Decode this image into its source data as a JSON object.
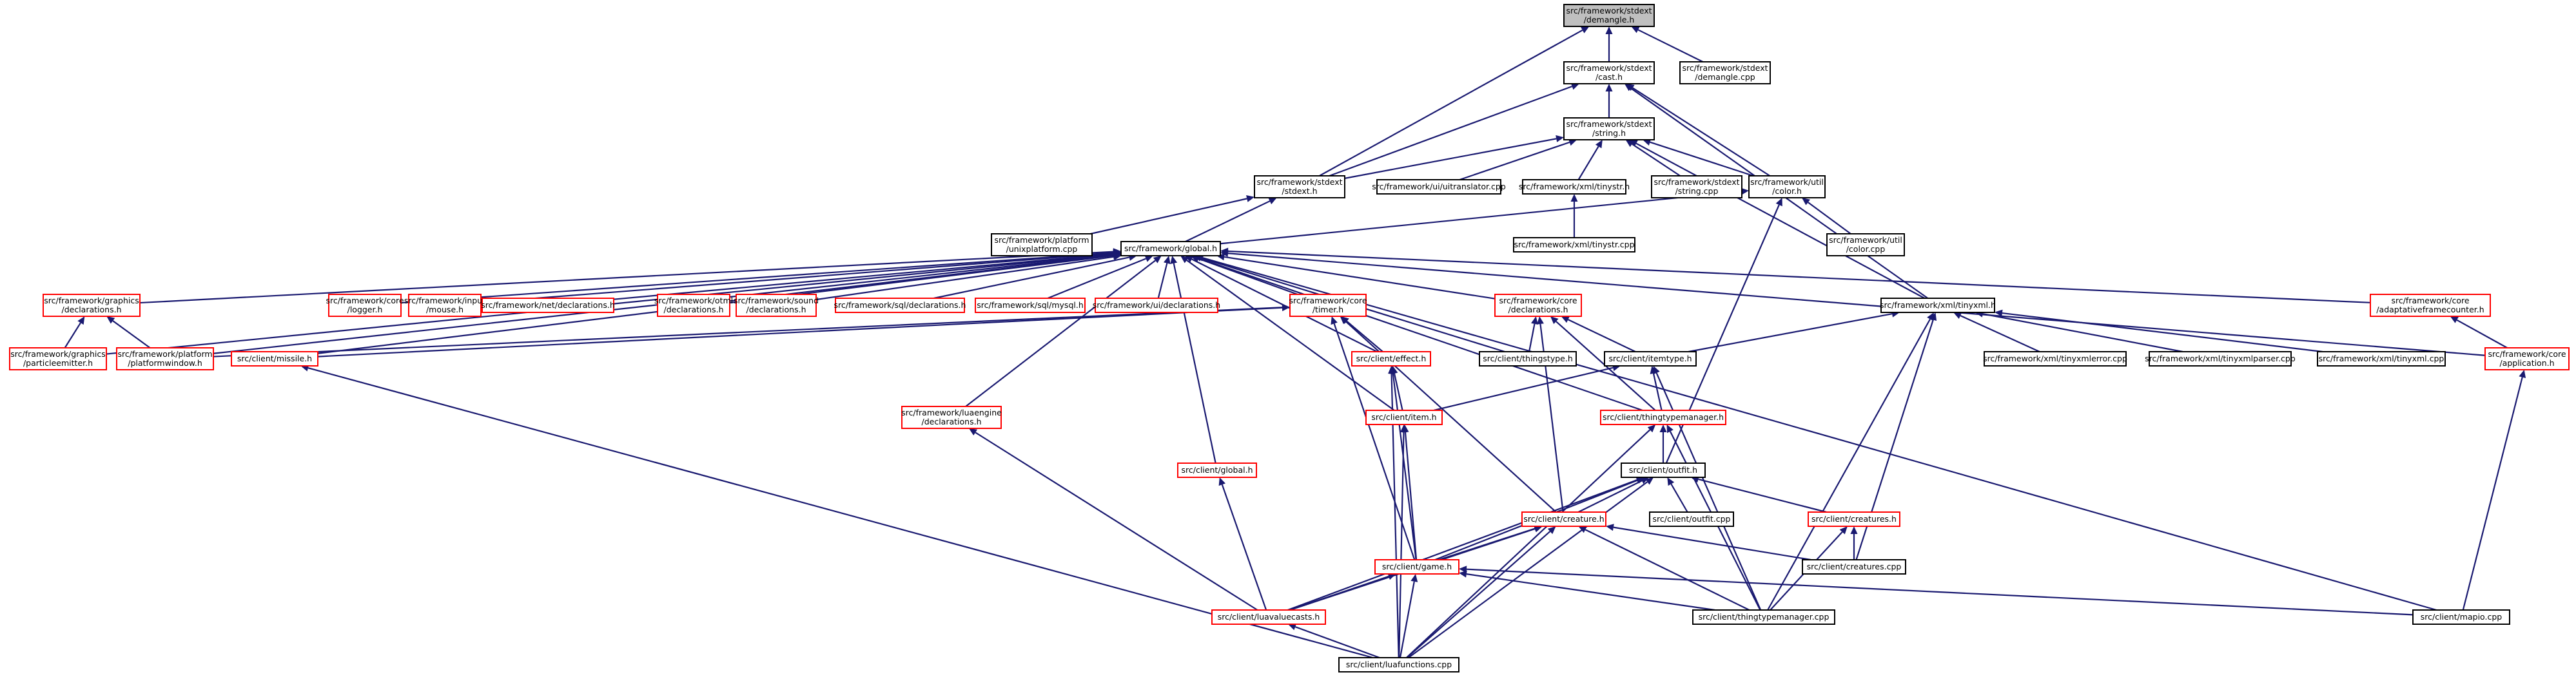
{
  "colors": {
    "root_fill": "#bfbfbf",
    "black": "#000000",
    "red": "#ff0000",
    "edge_color": "#191970"
  },
  "nodes": [
    {
      "id": "demangle_h",
      "lines": [
        "src/framework/stdext",
        "/demangle.h"
      ],
      "color": "gray"
    },
    {
      "id": "cast_h",
      "lines": [
        "src/framework/stdext",
        "/cast.h"
      ],
      "color": "black"
    },
    {
      "id": "demangle_cpp",
      "lines": [
        "src/framework/stdext",
        "/demangle.cpp"
      ],
      "color": "black"
    },
    {
      "id": "string_h",
      "lines": [
        "src/framework/stdext",
        "/string.h"
      ],
      "color": "black"
    },
    {
      "id": "stdext_h",
      "lines": [
        "src/framework/stdext",
        "/stdext.h"
      ],
      "color": "black"
    },
    {
      "id": "uitranslator",
      "lines": [
        "src/framework/ui/uitranslator.cpp"
      ],
      "color": "black"
    },
    {
      "id": "tinystr_h",
      "lines": [
        "src/framework/xml/tinystr.h"
      ],
      "color": "black"
    },
    {
      "id": "string_cpp",
      "lines": [
        "src/framework/stdext",
        "/string.cpp"
      ],
      "color": "black"
    },
    {
      "id": "color_h",
      "lines": [
        "src/framework/util",
        "/color.h"
      ],
      "color": "black"
    },
    {
      "id": "tinystr_cpp",
      "lines": [
        "src/framework/xml/tinystr.cpp"
      ],
      "color": "black"
    },
    {
      "id": "unixplatform",
      "lines": [
        "src/framework/platform",
        "/unixplatform.cpp"
      ],
      "color": "black"
    },
    {
      "id": "global_h",
      "lines": [
        "src/framework/global.h"
      ],
      "color": "black"
    },
    {
      "id": "color_cpp",
      "lines": [
        "src/framework/util",
        "/color.cpp"
      ],
      "color": "black"
    },
    {
      "id": "gfx_decl",
      "lines": [
        "src/framework/graphics",
        "/declarations.h"
      ],
      "color": "red"
    },
    {
      "id": "logger",
      "lines": [
        "src/framework/core",
        "/logger.h"
      ],
      "color": "red"
    },
    {
      "id": "mouse",
      "lines": [
        "src/framework/input",
        "/mouse.h"
      ],
      "color": "red"
    },
    {
      "id": "net_decl",
      "lines": [
        "src/framework/net/declarations.h"
      ],
      "color": "red"
    },
    {
      "id": "stdml_decl",
      "lines": [
        "src/framework/otml",
        "/declarations.h"
      ],
      "color": "red"
    },
    {
      "id": "sound_decl",
      "lines": [
        "src/framework/sound",
        "/declarations.h"
      ],
      "color": "red"
    },
    {
      "id": "sql_decl",
      "lines": [
        "src/framework/sql/declarations.h"
      ],
      "color": "red"
    },
    {
      "id": "mysql",
      "lines": [
        "src/framework/sql/mysql.h"
      ],
      "color": "red"
    },
    {
      "id": "ui_decl",
      "lines": [
        "src/framework/ui/declarations.h"
      ],
      "color": "red"
    },
    {
      "id": "timer",
      "lines": [
        "src/framework/core",
        "/timer.h"
      ],
      "color": "red"
    },
    {
      "id": "core_decl",
      "lines": [
        "src/framework/core",
        "/declarations.h"
      ],
      "color": "red"
    },
    {
      "id": "tinyxml_h",
      "lines": [
        "src/framework/xml/tinyxml.h"
      ],
      "color": "black"
    },
    {
      "id": "adaptive",
      "lines": [
        "src/framework/core",
        "/adaptativeframecounter.h"
      ],
      "color": "red"
    },
    {
      "id": "particleemitter",
      "lines": [
        "src/framework/graphics",
        "/particleemitter.h"
      ],
      "color": "red"
    },
    {
      "id": "platformwindow",
      "lines": [
        "src/framework/platform",
        "/platformwindow.h"
      ],
      "color": "red"
    },
    {
      "id": "missile",
      "lines": [
        "src/client/missile.h"
      ],
      "color": "red"
    },
    {
      "id": "effect",
      "lines": [
        "src/client/effect.h"
      ],
      "color": "red"
    },
    {
      "id": "thingstype",
      "lines": [
        "src/client/thingstype.h"
      ],
      "color": "black"
    },
    {
      "id": "itemtype",
      "lines": [
        "src/client/itemtype.h"
      ],
      "color": "black"
    },
    {
      "id": "tinyxmlerror",
      "lines": [
        "src/framework/xml/tinyxmlerror.cpp"
      ],
      "color": "black"
    },
    {
      "id": "tinyxmlparser",
      "lines": [
        "src/framework/xml/tinyxmlparser.cpp"
      ],
      "color": "black"
    },
    {
      "id": "tinyxml_cpp",
      "lines": [
        "src/framework/xml/tinyxml.cpp"
      ],
      "color": "black"
    },
    {
      "id": "application",
      "lines": [
        "src/framework/core",
        "/application.h"
      ],
      "color": "red"
    },
    {
      "id": "usr_decl",
      "lines": [
        "src/framework/luaengine",
        "/declarations.h"
      ],
      "color": "red"
    },
    {
      "id": "item",
      "lines": [
        "src/client/item.h"
      ],
      "color": "red"
    },
    {
      "id": "thingtypemanager_h",
      "lines": [
        "src/client/thingtypemanager.h"
      ],
      "color": "red"
    },
    {
      "id": "client_global",
      "lines": [
        "src/client/global.h"
      ],
      "color": "red"
    },
    {
      "id": "outfit_h",
      "lines": [
        "src/client/outfit.h"
      ],
      "color": "black"
    },
    {
      "id": "creature",
      "lines": [
        "src/client/creature.h"
      ],
      "color": "red"
    },
    {
      "id": "outfit_cpp",
      "lines": [
        "src/client/outfit.cpp"
      ],
      "color": "black"
    },
    {
      "id": "creatures_h",
      "lines": [
        "src/client/creatures.h"
      ],
      "color": "red"
    },
    {
      "id": "game",
      "lines": [
        "src/client/game.h"
      ],
      "color": "red"
    },
    {
      "id": "creatures_cpp",
      "lines": [
        "src/client/creatures.cpp"
      ],
      "color": "black"
    },
    {
      "id": "luavaluecasts",
      "lines": [
        "src/client/luavaluecasts.h"
      ],
      "color": "red"
    },
    {
      "id": "thingtypemanager_cpp",
      "lines": [
        "src/client/thingtypemanager.cpp"
      ],
      "color": "black"
    },
    {
      "id": "mapio",
      "lines": [
        "src/client/mapio.cpp"
      ],
      "color": "black"
    },
    {
      "id": "luafunctions",
      "lines": [
        "src/client/luafunctions.cpp"
      ],
      "color": "black"
    }
  ],
  "edges": [
    [
      "demangle_h",
      "cast_h"
    ],
    [
      "demangle_h",
      "demangle_cpp"
    ],
    [
      "demangle_h",
      "stdext_h"
    ],
    [
      "cast_h",
      "string_h"
    ],
    [
      "cast_h",
      "stdext_h"
    ],
    [
      "cast_h",
      "color_h"
    ],
    [
      "cast_h",
      "tinyxml_h"
    ],
    [
      "string_h",
      "stdext_h"
    ],
    [
      "string_h",
      "uitranslator"
    ],
    [
      "string_h",
      "tinystr_h"
    ],
    [
      "string_h",
      "string_cpp"
    ],
    [
      "string_h",
      "color_h"
    ],
    [
      "string_h",
      "tinyxml_h"
    ],
    [
      "tinystr_h",
      "tinystr_cpp"
    ],
    [
      "stdext_h",
      "unixplatform"
    ],
    [
      "stdext_h",
      "global_h"
    ],
    [
      "color_h",
      "global_h"
    ],
    [
      "color_h",
      "color_cpp"
    ],
    [
      "color_h",
      "outfit_h"
    ],
    [
      "global_h",
      "gfx_decl"
    ],
    [
      "global_h",
      "logger"
    ],
    [
      "global_h",
      "mouse"
    ],
    [
      "global_h",
      "net_decl"
    ],
    [
      "global_h",
      "stdml_decl"
    ],
    [
      "global_h",
      "sound_decl"
    ],
    [
      "global_h",
      "sql_decl"
    ],
    [
      "global_h",
      "mysql"
    ],
    [
      "global_h",
      "ui_decl"
    ],
    [
      "global_h",
      "timer"
    ],
    [
      "global_h",
      "core_decl"
    ],
    [
      "global_h",
      "adaptive"
    ],
    [
      "global_h",
      "application"
    ],
    [
      "global_h",
      "particleemitter"
    ],
    [
      "global_h",
      "platformwindow"
    ],
    [
      "global_h",
      "missile"
    ],
    [
      "global_h",
      "effect"
    ],
    [
      "global_h",
      "thingstype"
    ],
    [
      "global_h",
      "usr_decl"
    ],
    [
      "global_h",
      "client_global"
    ],
    [
      "global_h",
      "item"
    ],
    [
      "global_h",
      "thingtypemanager_h"
    ],
    [
      "global_h",
      "mapio"
    ],
    [
      "gfx_decl",
      "particleemitter"
    ],
    [
      "gfx_decl",
      "platformwindow"
    ],
    [
      "timer",
      "platformwindow"
    ],
    [
      "timer",
      "missile"
    ],
    [
      "timer",
      "effect"
    ],
    [
      "timer",
      "game"
    ],
    [
      "timer",
      "creature"
    ],
    [
      "core_decl",
      "thingstype"
    ],
    [
      "core_decl",
      "itemtype"
    ],
    [
      "core_decl",
      "thingtypemanager_h"
    ],
    [
      "core_decl",
      "creature"
    ],
    [
      "tinyxml_h",
      "itemtype"
    ],
    [
      "tinyxml_h",
      "tinyxmlerror"
    ],
    [
      "tinyxml_h",
      "tinyxmlparser"
    ],
    [
      "tinyxml_h",
      "tinyxml_cpp"
    ],
    [
      "tinyxml_h",
      "creatures_cpp"
    ],
    [
      "tinyxml_h",
      "thingtypemanager_cpp"
    ],
    [
      "adaptive",
      "application"
    ],
    [
      "application",
      "mapio"
    ],
    [
      "missile",
      "luafunctions"
    ],
    [
      "effect",
      "item"
    ],
    [
      "effect",
      "game"
    ],
    [
      "effect",
      "luafunctions"
    ],
    [
      "itemtype",
      "item"
    ],
    [
      "itemtype",
      "thingtypemanager_h"
    ],
    [
      "itemtype",
      "thingtypemanager_cpp"
    ],
    [
      "usr_decl",
      "luavaluecasts"
    ],
    [
      "item",
      "game"
    ],
    [
      "item",
      "luafunctions"
    ],
    [
      "thingtypemanager_h",
      "outfit_h"
    ],
    [
      "thingtypemanager_h",
      "thingtypemanager_cpp"
    ],
    [
      "thingtypemanager_h",
      "luafunctions"
    ],
    [
      "client_global",
      "luavaluecasts"
    ],
    [
      "outfit_h",
      "creature"
    ],
    [
      "outfit_h",
      "outfit_cpp"
    ],
    [
      "outfit_h",
      "creatures_h"
    ],
    [
      "outfit_h",
      "game"
    ],
    [
      "outfit_h",
      "luavaluecasts"
    ],
    [
      "outfit_h",
      "luafunctions"
    ],
    [
      "creature",
      "game"
    ],
    [
      "creature",
      "luavaluecasts"
    ],
    [
      "creature",
      "creatures_cpp"
    ],
    [
      "creature",
      "thingtypemanager_cpp"
    ],
    [
      "creature",
      "luafunctions"
    ],
    [
      "creatures_h",
      "creatures_cpp"
    ],
    [
      "creatures_h",
      "thingtypemanager_cpp"
    ],
    [
      "game",
      "luavaluecasts"
    ],
    [
      "game",
      "thingtypemanager_cpp"
    ],
    [
      "game",
      "mapio"
    ],
    [
      "game",
      "luafunctions"
    ],
    [
      "luavaluecasts",
      "luafunctions"
    ]
  ]
}
